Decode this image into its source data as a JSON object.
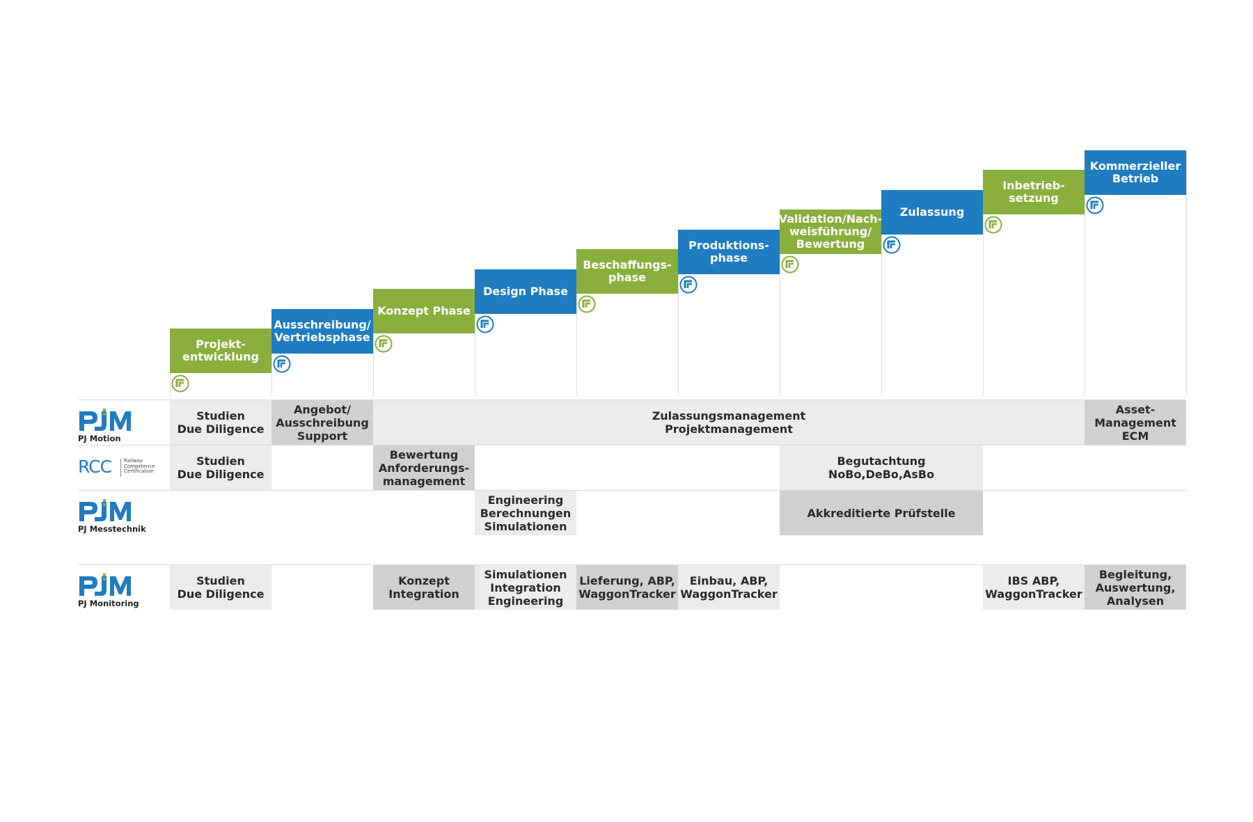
{
  "phases": [
    {
      "label": "Projekt-\nentwicklung",
      "color": "green"
    },
    {
      "label": "Ausschreibung/\nVertriebsphase",
      "color": "blue"
    },
    {
      "label": "Konzept Phase",
      "color": "green"
    },
    {
      "label": "Design Phase",
      "color": "blue"
    },
    {
      "label": "Beschaffungs-\nphase",
      "color": "green"
    },
    {
      "label": "Produktions-\nphase",
      "color": "blue"
    },
    {
      "label": "Validation/Nach-\nweisführung/\nBewertung",
      "color": "green"
    },
    {
      "label": "Zulassung",
      "color": "blue"
    },
    {
      "label": "Inbetrieb-\nsetzung",
      "color": "green"
    },
    {
      "label": "Kommerzieller\nBetrieb",
      "color": "blue"
    }
  ],
  "colors": {
    "green": "#8aae3c",
    "blue": "#1f7cc1",
    "cell_light": "#ececec",
    "cell_dark": "#d0d0d0"
  },
  "icons": {
    "phase_marker": "arrow-up-right-circle-icon"
  },
  "rows": [
    {
      "logo": {
        "type": "pjm",
        "caption": "PJ Motion"
      },
      "cells": [
        {
          "start": 0,
          "span": 1,
          "text": "Studien\nDue Diligence",
          "shade": "light"
        },
        {
          "start": 1,
          "span": 1,
          "text": "Angebot/\nAusschreibung\nSupport",
          "shade": "dark"
        },
        {
          "start": 2,
          "span": 7,
          "text": "Zulassungsmanagement\nProjektmanagement",
          "shade": "light"
        },
        {
          "start": 9,
          "span": 1,
          "text": "Asset-\nManagement\nECM",
          "shade": "dark"
        }
      ]
    },
    {
      "logo": {
        "type": "rcc",
        "name": "RCC",
        "subtitle": "Railway\nCompetence\nCertification"
      },
      "cells": [
        {
          "start": 0,
          "span": 1,
          "text": "Studien\nDue Diligence",
          "shade": "light"
        },
        {
          "start": 2,
          "span": 1,
          "text": "Bewertung\nAnforderungs-\nmanagement",
          "shade": "dark"
        },
        {
          "start": 6,
          "span": 2,
          "text": "Begutachtung\nNoBo,DeBo,AsBo",
          "shade": "light"
        }
      ]
    },
    {
      "logo": {
        "type": "pjm",
        "caption": "PJ Messtechnik"
      },
      "cells": [
        {
          "start": 3,
          "span": 1,
          "text": "Engineering\nBerechnungen\nSimulationen",
          "shade": "light"
        },
        {
          "start": 6,
          "span": 2,
          "text": "Akkreditierte Prüfstelle",
          "shade": "dark"
        }
      ]
    },
    {
      "logo": {
        "type": "pjm",
        "caption": "PJ Monitoring"
      },
      "cells": [
        {
          "start": 0,
          "span": 1,
          "text": "Studien\nDue Diligence",
          "shade": "light"
        },
        {
          "start": 2,
          "span": 1,
          "text": "Konzept\nIntegration",
          "shade": "dark"
        },
        {
          "start": 3,
          "span": 1,
          "text": "Simulationen\nIntegration\nEngineering",
          "shade": "light"
        },
        {
          "start": 4,
          "span": 1,
          "text": "Lieferung, ABP,\nWaggonTracker",
          "shade": "dark"
        },
        {
          "start": 5,
          "span": 1,
          "text": "Einbau, ABP,\nWaggonTracker",
          "shade": "light"
        },
        {
          "start": 8,
          "span": 1,
          "text": "IBS ABP,\nWaggonTracker",
          "shade": "light"
        },
        {
          "start": 9,
          "span": 1,
          "text": "Begleitung,\nAuswertung,\nAnalysen",
          "shade": "dark"
        }
      ]
    }
  ]
}
